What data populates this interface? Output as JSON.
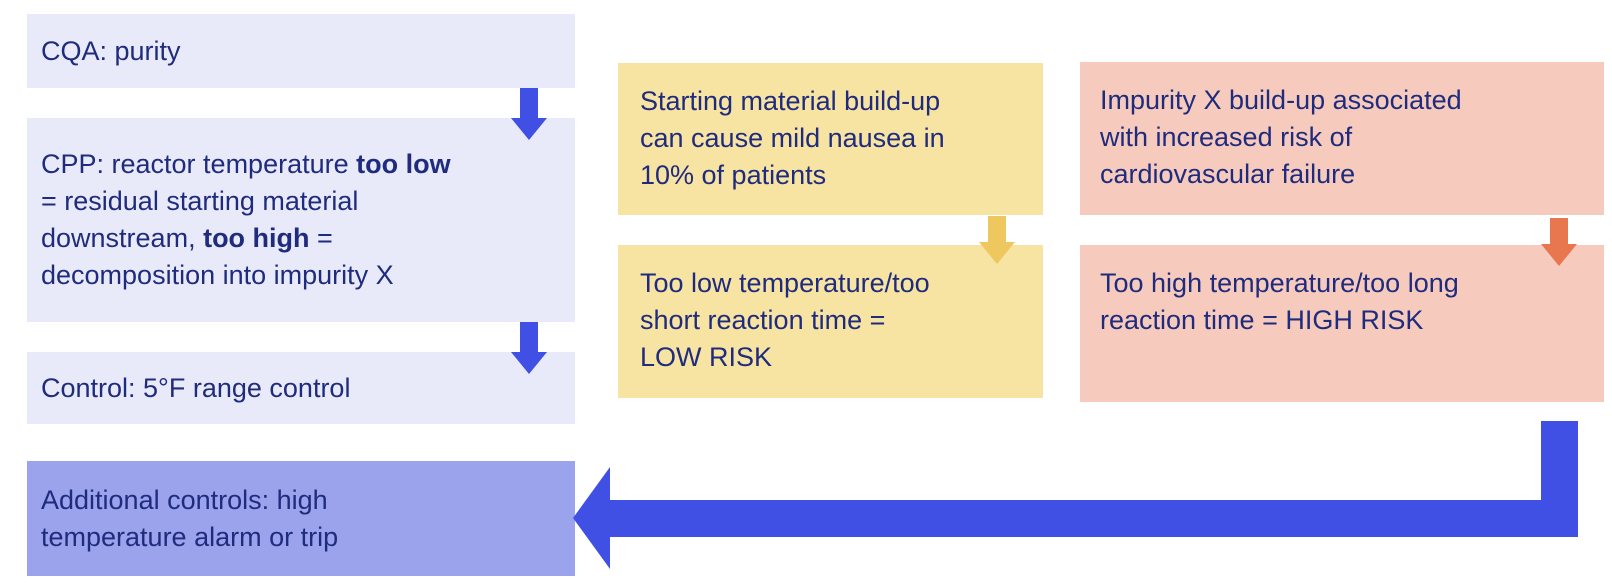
{
  "colors": {
    "page_bg": "#FFFFFF",
    "navy_text": "#1F2B7D",
    "lavender_box": "#E9EAF9",
    "periwinkle_box": "#9AA3EC",
    "arrow_blue": "#4050E5",
    "yellow_box": "#F7E3A2",
    "arrow_gold": "#EFC75F",
    "salmon_box": "#F6CBBD",
    "arrow_orange": "#E8764F"
  },
  "diagram": {
    "quality_column": {
      "cqa_box": {
        "text": "CQA: purity"
      },
      "cpp_box": {
        "segments": [
          {
            "text": "CPP: reactor temperature ",
            "bold": false
          },
          {
            "text": "too low",
            "bold": true
          },
          {
            "text": "\n= residual starting material\ndownstream, ",
            "bold": false
          },
          {
            "text": "too high",
            "bold": true
          },
          {
            "text": " =\ndecomposition into impurity X",
            "bold": false
          }
        ]
      },
      "control_box": {
        "text": "Control: 5°F range control"
      },
      "additional_controls_box": {
        "text": "Additional controls: high\ntemperature alarm or trip"
      }
    },
    "low_risk_column": {
      "harm_box": {
        "text": "Starting material build-up\ncan cause mild nausea in\n10% of patients"
      },
      "risk_box": {
        "text": "Too low temperature/too\nshort reaction time =\nLOW RISK"
      }
    },
    "high_risk_column": {
      "harm_box": {
        "text": "Impurity X build-up associated\nwith increased risk of\ncardiovascular failure"
      },
      "risk_box": {
        "text": "Too high temperature/too long\nreaction time = HIGH RISK"
      }
    },
    "arrows": {
      "cqa_to_cpp": "down-arrow",
      "cpp_to_control": "down-arrow",
      "starting_material_to_low_risk": "down-arrow",
      "impurity_to_high_risk": "down-arrow",
      "high_risk_to_additional_controls": "left-elbow-arrow"
    }
  }
}
